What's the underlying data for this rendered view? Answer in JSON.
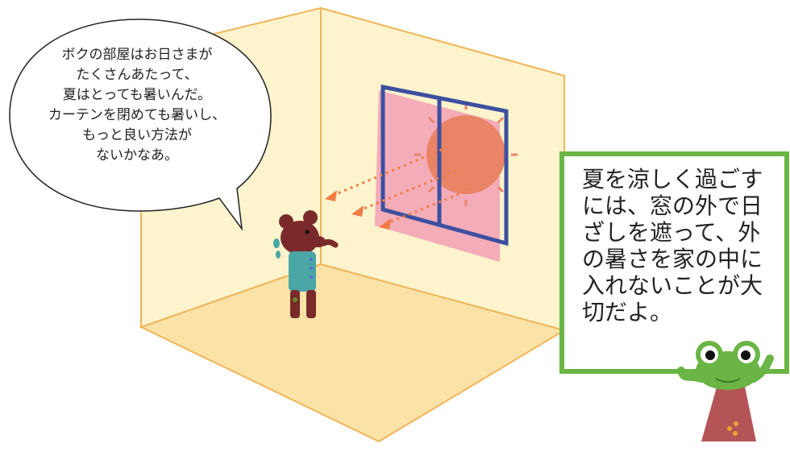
{
  "speech_bubble": {
    "lines": [
      "ボクの部屋はお日さまが",
      "たくさんあたって、",
      "夏はとっても暑いんだ。",
      "カーテンを閉めても暑いし、",
      "もっと良い方法が",
      "ないかなあ。"
    ]
  },
  "advice_note": {
    "lines": [
      "夏を涼しく過ごす",
      "には、窓の外で日",
      "ざしを遮って、外",
      "の暑さを家の中に",
      "入れないことが大",
      "切だよ。"
    ],
    "border_color": "#6ab545"
  },
  "colors": {
    "wall": "#fdf3cc",
    "floor": "#fbe3a8",
    "room_edge": "#f0b558",
    "window_frame": "#3c4fa0",
    "curtain": "#f2a4b6",
    "sun": "#e98467",
    "sun_ray": "#f07b45",
    "bear": "#7a2a2a",
    "bear_shirt": "#4ba6a6",
    "frog": "#6ab545",
    "frog_body": "#b55457"
  },
  "icons": [
    "sun-icon",
    "bear-character",
    "frog-character"
  ]
}
